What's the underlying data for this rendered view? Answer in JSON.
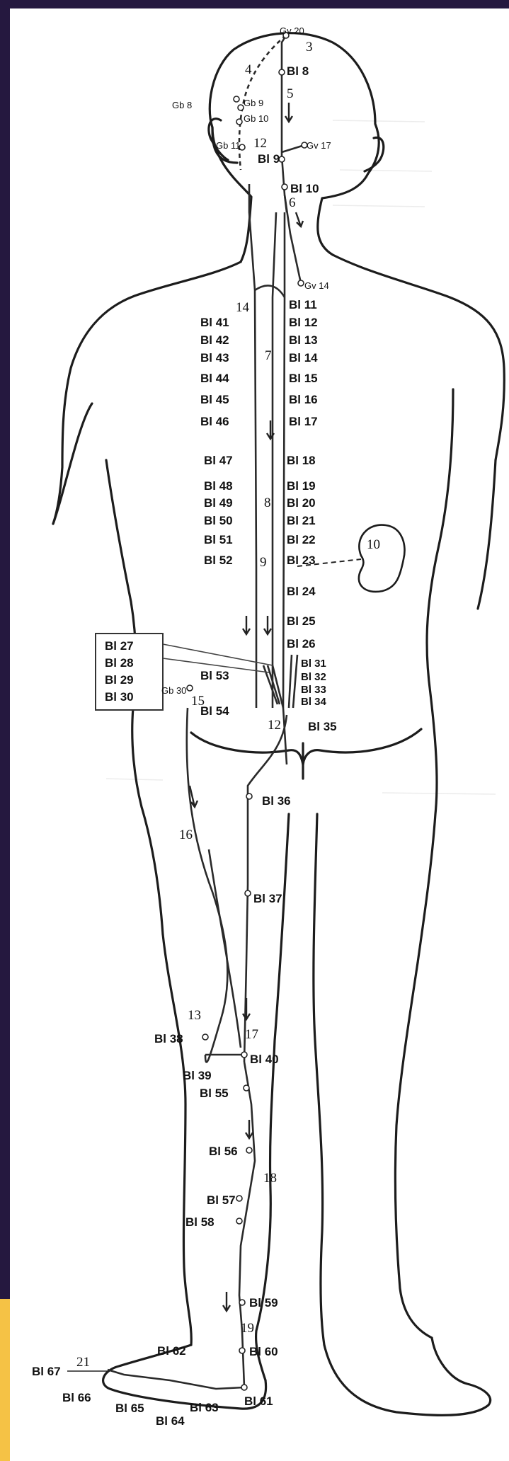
{
  "figure": {
    "bl_points_inner": [
      {
        "id": "bl8",
        "label": "Bl 8"
      },
      {
        "id": "bl9",
        "label": "Bl 9"
      },
      {
        "id": "bl10",
        "label": "Bl 10"
      },
      {
        "id": "bl11",
        "label": "Bl 11"
      },
      {
        "id": "bl12",
        "label": "Bl 12"
      },
      {
        "id": "bl13",
        "label": "Bl 13"
      },
      {
        "id": "bl14",
        "label": "Bl 14"
      },
      {
        "id": "bl15",
        "label": "Bl 15"
      },
      {
        "id": "bl16",
        "label": "Bl 16"
      },
      {
        "id": "bl17",
        "label": "Bl 17"
      },
      {
        "id": "bl18",
        "label": "Bl 18"
      },
      {
        "id": "bl19",
        "label": "Bl 19"
      },
      {
        "id": "bl20",
        "label": "Bl 20"
      },
      {
        "id": "bl21",
        "label": "Bl 21"
      },
      {
        "id": "bl22",
        "label": "Bl 22"
      },
      {
        "id": "bl23",
        "label": "Bl 23"
      },
      {
        "id": "bl24",
        "label": "Bl 24"
      },
      {
        "id": "bl25",
        "label": "Bl 25"
      },
      {
        "id": "bl26",
        "label": "Bl 26"
      },
      {
        "id": "bl31",
        "label": "Bl 31"
      },
      {
        "id": "bl32",
        "label": "Bl 32"
      },
      {
        "id": "bl33",
        "label": "Bl 33"
      },
      {
        "id": "bl34",
        "label": "Bl 34"
      },
      {
        "id": "bl35",
        "label": "Bl 35"
      },
      {
        "id": "bl36",
        "label": "Bl 36"
      }
    ],
    "bl_points_outer": [
      {
        "id": "bl41",
        "label": "Bl 41"
      },
      {
        "id": "bl42",
        "label": "Bl 42"
      },
      {
        "id": "bl43",
        "label": "Bl 43"
      },
      {
        "id": "bl44",
        "label": "Bl 44"
      },
      {
        "id": "bl45",
        "label": "Bl 45"
      },
      {
        "id": "bl46",
        "label": "Bl 46"
      },
      {
        "id": "bl47",
        "label": "Bl 47"
      },
      {
        "id": "bl48",
        "label": "Bl 48"
      },
      {
        "id": "bl49",
        "label": "Bl 49"
      },
      {
        "id": "bl50",
        "label": "Bl 50"
      },
      {
        "id": "bl51",
        "label": "Bl 51"
      },
      {
        "id": "bl52",
        "label": "Bl 52"
      },
      {
        "id": "bl53",
        "label": "Bl 53"
      },
      {
        "id": "bl54",
        "label": "Bl 54"
      }
    ],
    "bl_points_leg": [
      {
        "id": "bl37",
        "label": "Bl 37"
      },
      {
        "id": "bl38",
        "label": "Bl 38"
      },
      {
        "id": "bl39",
        "label": "Bl 39"
      },
      {
        "id": "bl40",
        "label": "Bl 40"
      },
      {
        "id": "bl55",
        "label": "Bl 55"
      },
      {
        "id": "bl56",
        "label": "Bl 56"
      },
      {
        "id": "bl57",
        "label": "Bl 57"
      },
      {
        "id": "bl58",
        "label": "Bl 58"
      },
      {
        "id": "bl59",
        "label": "Bl 59"
      },
      {
        "id": "bl60",
        "label": "Bl 60"
      },
      {
        "id": "bl61",
        "label": "Bl 61"
      },
      {
        "id": "bl62",
        "label": "Bl 62"
      },
      {
        "id": "bl63",
        "label": "Bl 63"
      },
      {
        "id": "bl64",
        "label": "Bl 64"
      },
      {
        "id": "bl65",
        "label": "Bl 65"
      },
      {
        "id": "bl66",
        "label": "Bl 66"
      },
      {
        "id": "bl67",
        "label": "Bl 67"
      }
    ],
    "box_labels": [
      "Bl 27",
      "Bl 28",
      "Bl 29",
      "Bl 30"
    ],
    "other_points": [
      {
        "id": "gv20",
        "label": "Gv 20"
      },
      {
        "id": "gv17",
        "label": "Gv 17"
      },
      {
        "id": "gv14",
        "label": "Gv 14"
      },
      {
        "id": "gb8",
        "label": "Gb 8"
      },
      {
        "id": "gb9",
        "label": "Gb 9"
      },
      {
        "id": "gb10",
        "label": "Gb 10"
      },
      {
        "id": "gb11",
        "label": "Gb 11"
      },
      {
        "id": "gb30",
        "label": "Gb 30"
      }
    ],
    "pathway_numbers": [
      {
        "id": "n3",
        "label": "3"
      },
      {
        "id": "n4",
        "label": "4"
      },
      {
        "id": "n5",
        "label": "5"
      },
      {
        "id": "n6",
        "label": "6"
      },
      {
        "id": "n7",
        "label": "7"
      },
      {
        "id": "n8",
        "label": "8"
      },
      {
        "id": "n9",
        "label": "9"
      },
      {
        "id": "n10",
        "label": "10"
      },
      {
        "id": "n12a",
        "label": "12"
      },
      {
        "id": "n12b",
        "label": "12"
      },
      {
        "id": "n13",
        "label": "13"
      },
      {
        "id": "n14",
        "label": "14"
      },
      {
        "id": "n15",
        "label": "15"
      },
      {
        "id": "n16",
        "label": "16"
      },
      {
        "id": "n17",
        "label": "17"
      },
      {
        "id": "n18",
        "label": "18"
      },
      {
        "id": "n19",
        "label": "19"
      },
      {
        "id": "n21",
        "label": "21"
      }
    ]
  }
}
